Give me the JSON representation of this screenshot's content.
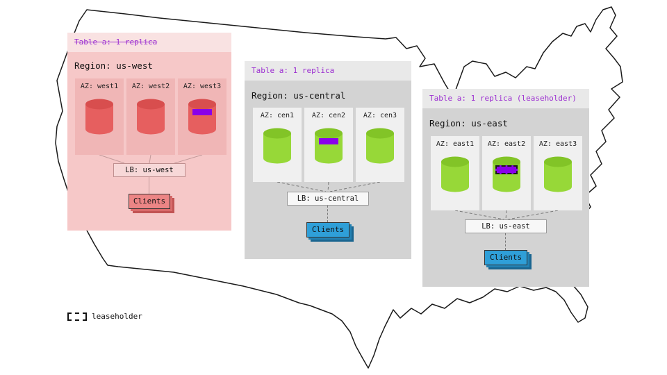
{
  "legend": {
    "label": "leaseholder"
  },
  "regions": [
    {
      "id": "us-west",
      "table_label": "Table a: 1 replica",
      "table_label_struck": true,
      "region_label": "Region: us-west",
      "azs": [
        {
          "label": "AZ: west1",
          "replica": false,
          "leaseholder": false
        },
        {
          "label": "AZ: west2",
          "replica": false,
          "leaseholder": false
        },
        {
          "label": "AZ: west3",
          "replica": true,
          "leaseholder": false
        }
      ],
      "lb_label": "LB: us-west",
      "clients_label": "Clients"
    },
    {
      "id": "us-central",
      "table_label": "Table a: 1 replica",
      "table_label_struck": false,
      "region_label": "Region: us-central",
      "azs": [
        {
          "label": "AZ: cen1",
          "replica": false,
          "leaseholder": false
        },
        {
          "label": "AZ: cen2",
          "replica": true,
          "leaseholder": false
        },
        {
          "label": "AZ: cen3",
          "replica": false,
          "leaseholder": false
        }
      ],
      "lb_label": "LB: us-central",
      "clients_label": "Clients"
    },
    {
      "id": "us-east",
      "table_label": "Table a: 1 replica (leaseholder)",
      "table_label_struck": false,
      "region_label": "Region: us-east",
      "azs": [
        {
          "label": "AZ: east1",
          "replica": false,
          "leaseholder": false
        },
        {
          "label": "AZ: east2",
          "replica": true,
          "leaseholder": true
        },
        {
          "label": "AZ: east3",
          "replica": false,
          "leaseholder": false
        }
      ],
      "lb_label": "LB: us-east",
      "clients_label": "Clients"
    }
  ],
  "colors": {
    "purple_label": "#9c2fd1",
    "replica_fill": "#8a00ea",
    "west_region_bg": "#f6c8c8",
    "gray_region_bg": "#d3d3d3",
    "red_cylinder": "#e65f5f",
    "green_cylinder": "#97d838",
    "clients_blue": "#2f9fd8",
    "clients_red": "#ec8585",
    "map_outline": "#1a1a1a"
  }
}
